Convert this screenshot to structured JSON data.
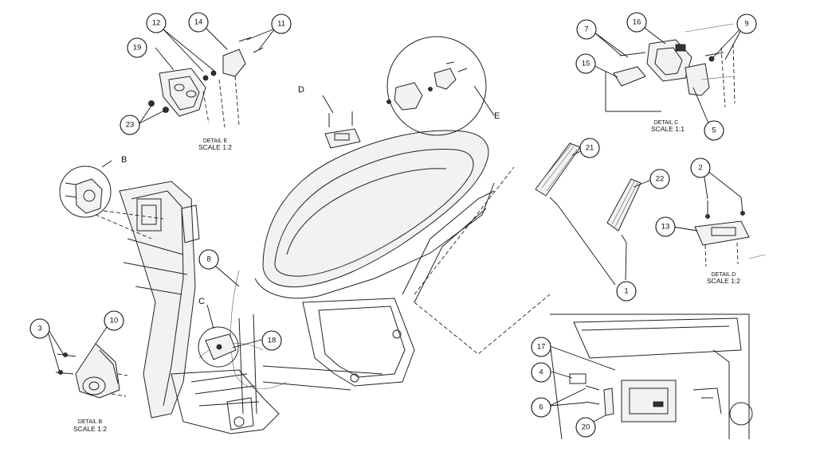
{
  "callouts": [
    "1",
    "2",
    "3",
    "4",
    "5",
    "6",
    "7",
    "8",
    "9",
    "10",
    "11",
    "12",
    "13",
    "14",
    "15",
    "16",
    "17",
    "18",
    "19",
    "20",
    "21",
    "22",
    "23"
  ],
  "detail_letters": {
    "b": "B",
    "c": "C",
    "d": "D",
    "e": "E"
  },
  "detail_labels": {
    "b": {
      "name": "DETAIL B",
      "scale": "SCALE 1:2"
    },
    "c": {
      "name": "DETAIL C",
      "scale": "SCALE 1:1"
    },
    "d": {
      "name": "DETAIL D",
      "scale": "SCALE 1:2"
    },
    "e": {
      "name": "DETAIL E",
      "scale": "SCALE 1:2"
    }
  }
}
